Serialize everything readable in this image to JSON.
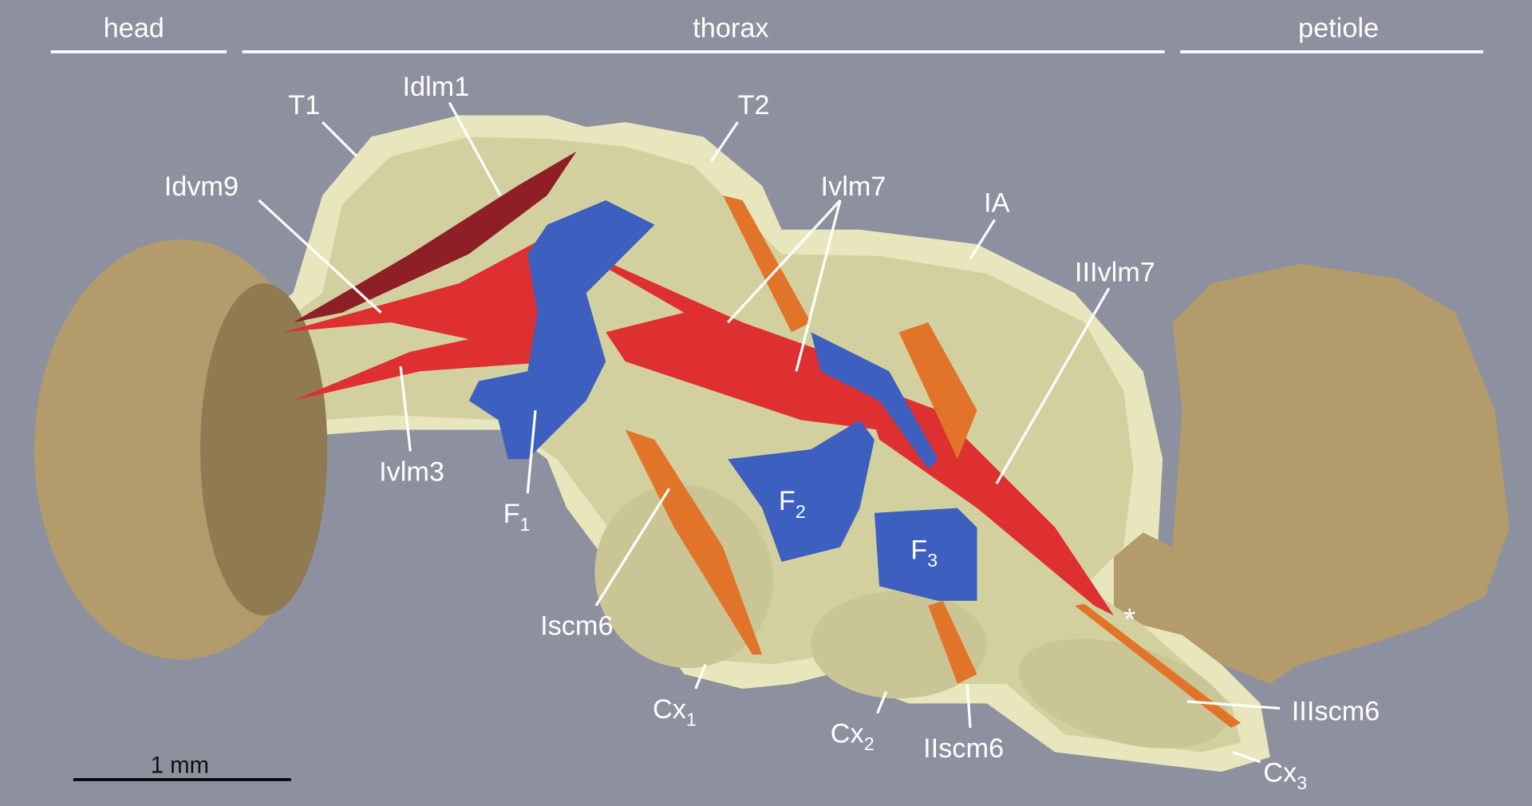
{
  "regions": {
    "head": "head",
    "thorax": "thorax",
    "petiole": "petiole"
  },
  "labels": {
    "T1": "T1",
    "Idlm1": "Idlm1",
    "T2": "T2",
    "Idvm9": "Idvm9",
    "Ivlm7": "Ivlm7",
    "IA": "IA",
    "IIIvlm7": "IIIvlm7",
    "Ivlm3": "Ivlm3",
    "F1": {
      "base": "F",
      "sub": "1"
    },
    "F2": {
      "base": "F",
      "sub": "2"
    },
    "F3": {
      "base": "F",
      "sub": "3"
    },
    "Iscm6": "Iscm6",
    "Cx1": {
      "base": "Cx",
      "sub": "1"
    },
    "Cx2": {
      "base": "Cx",
      "sub": "2"
    },
    "Cx3": {
      "base": "Cx",
      "sub": "3"
    },
    "IIscm6": "IIscm6",
    "IIIscm6": "IIIscm6",
    "asterisk": "*"
  },
  "scale_bar": {
    "label": "1 mm"
  },
  "colors": {
    "background": "#8d909e",
    "cuticle": "#b39b6c",
    "thorax_wall": "#e8e6bd",
    "thorax_inner": "#d6d3a3",
    "muscle_red": "#de3030",
    "muscle_dark": "#8e1f26",
    "muscle_orange": "#e2742a",
    "furca_blue": "#3d5fc0"
  }
}
